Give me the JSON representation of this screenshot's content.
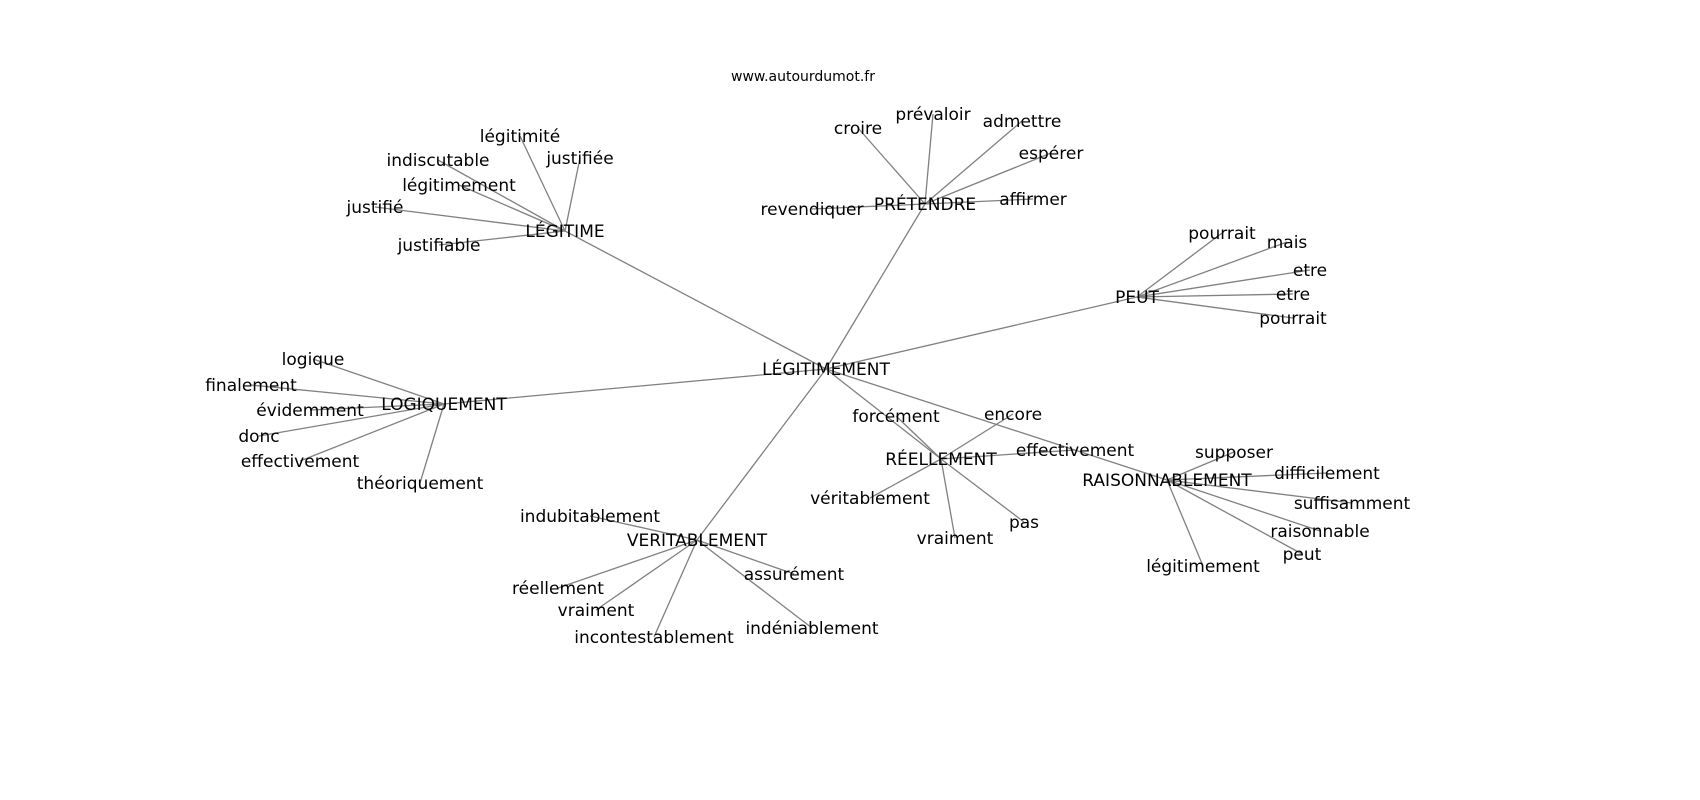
{
  "title": "www.autourdumot.fr",
  "edge_color": "#808080",
  "center": "LÉGITIMEMENT",
  "clusters": [
    {
      "hub": "LÉGITIME",
      "leaves": [
        "indiscutable",
        "légitimité",
        "justifiée",
        "légitimement",
        "justifié",
        "justifiable"
      ]
    },
    {
      "hub": "PRÉTENDRE",
      "leaves": [
        "croire",
        "prévaloir",
        "admettre",
        "espérer",
        "affirmer",
        "revendiquer"
      ]
    },
    {
      "hub": "PEUT",
      "leaves": [
        "pourrait",
        "mais",
        "etre",
        "etre",
        "pourrait"
      ]
    },
    {
      "hub": "LOGIQUEMENT",
      "leaves": [
        "logique",
        "finalement",
        "évidemment",
        "donc",
        "effectivement",
        "théoriquement"
      ]
    },
    {
      "hub": "RÉELLEMENT",
      "leaves": [
        "forcément",
        "encore",
        "effectivement",
        "véritablement",
        "vraiment",
        "pas"
      ]
    },
    {
      "hub": "RAISONNABLEMENT",
      "leaves": [
        "supposer",
        "difficilement",
        "suffisamment",
        "raisonnable",
        "peut",
        "légitimement"
      ]
    },
    {
      "hub": "VERITABLEMENT",
      "leaves": [
        "indubitablement",
        "assurément",
        "réellement",
        "vraiment",
        "incontestablement",
        "indéniablement"
      ]
    }
  ]
}
